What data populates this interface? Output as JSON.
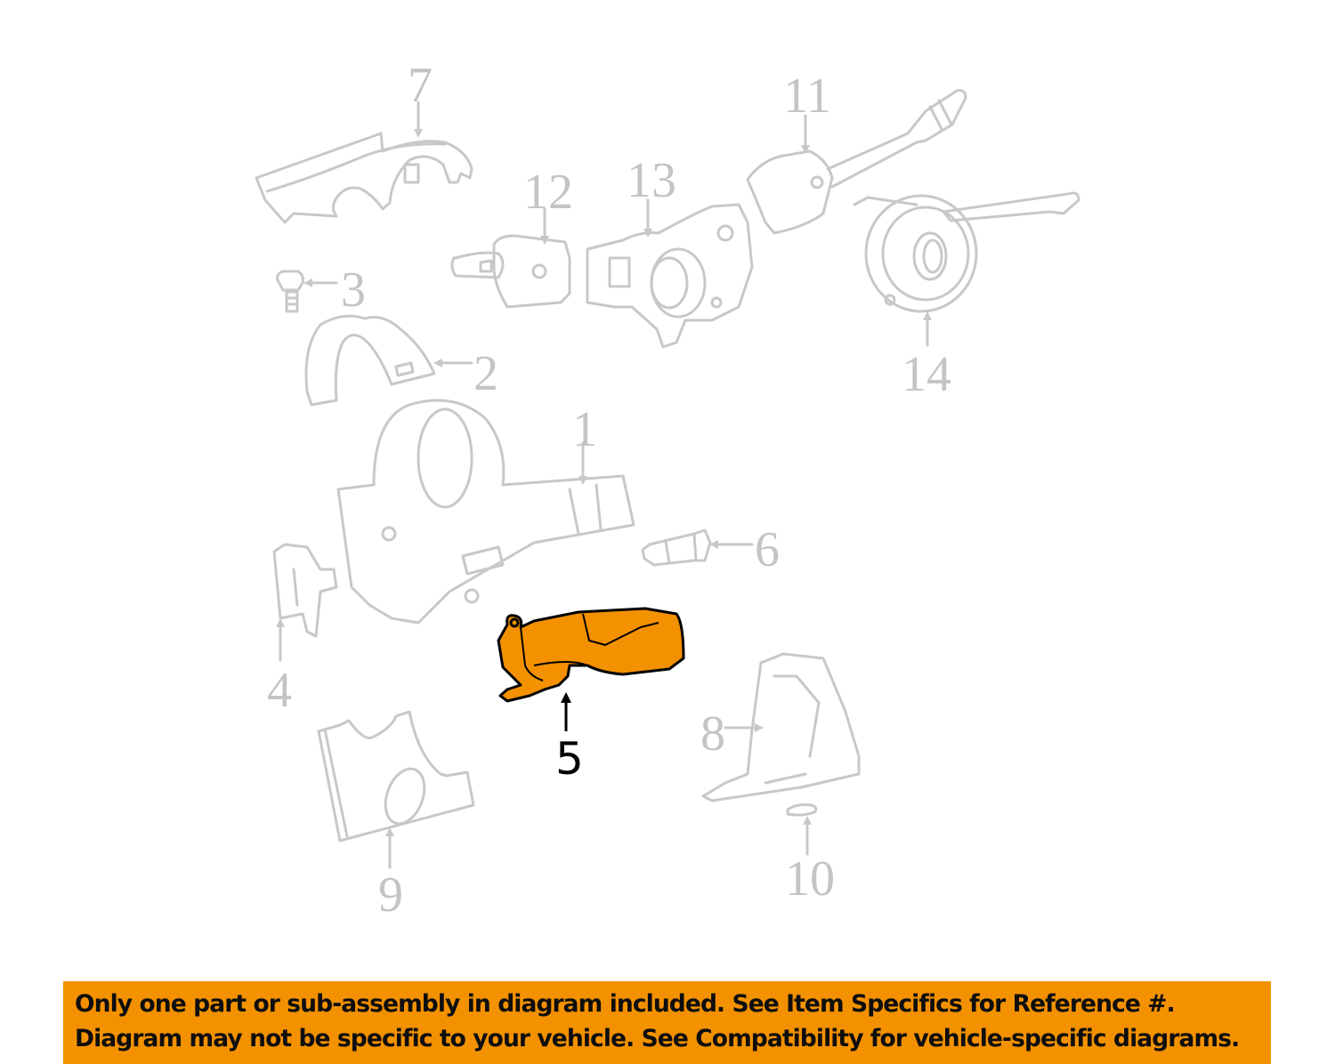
{
  "diagram": {
    "title": "Steering column switch / ignition assembly exploded parts diagram",
    "highlight_color": "#f39100",
    "line_color": "#c8c8c8",
    "highlighted_part": "5",
    "callouts": [
      {
        "id": "1",
        "label": "1"
      },
      {
        "id": "2",
        "label": "2"
      },
      {
        "id": "3",
        "label": "3"
      },
      {
        "id": "4",
        "label": "4"
      },
      {
        "id": "5",
        "label": "5"
      },
      {
        "id": "6",
        "label": "6"
      },
      {
        "id": "7",
        "label": "7"
      },
      {
        "id": "8",
        "label": "8"
      },
      {
        "id": "9",
        "label": "9"
      },
      {
        "id": "10",
        "label": "10"
      },
      {
        "id": "11",
        "label": "11"
      },
      {
        "id": "12",
        "label": "12"
      },
      {
        "id": "13",
        "label": "13"
      },
      {
        "id": "14",
        "label": "14"
      }
    ]
  },
  "banner": {
    "background": "#f39100",
    "line1": "Only one part or sub-assembly in diagram included. See Item Specifics for Reference #.",
    "line2": "Diagram may not be specific to your vehicle. See Compatibility for vehicle-specific diagrams."
  }
}
